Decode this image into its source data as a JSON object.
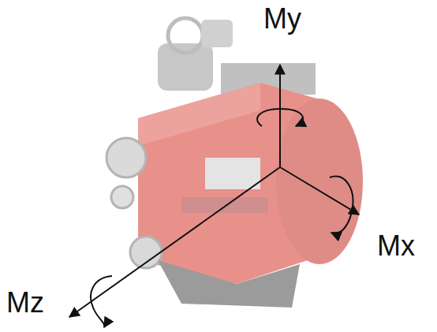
{
  "diagram": {
    "labels": [
      "My",
      "Mx",
      "Mz"
    ]
  }
}
